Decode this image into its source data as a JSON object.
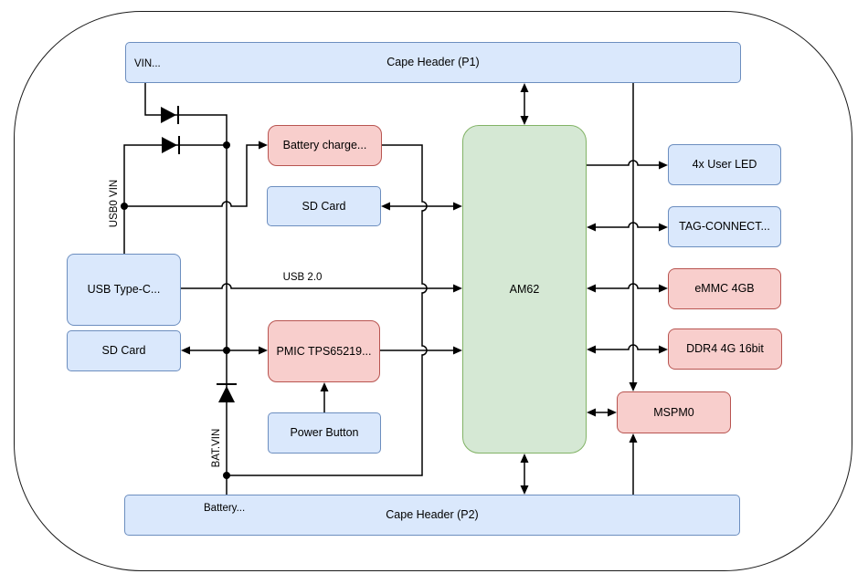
{
  "diagram": {
    "boxes": {
      "cape_header_p1": {
        "label": "Cape Header (P1)",
        "sublabel": "VIN..."
      },
      "cape_header_p2": {
        "label": "Cape Header (P2)",
        "sublabel": "Battery..."
      },
      "battery_charger": {
        "label": "Battery charge..."
      },
      "sd_card_top": {
        "label": "SD Card"
      },
      "usb_type_c": {
        "label": "USB Type-C..."
      },
      "sd_card_bottom": {
        "label": "SD Card"
      },
      "pmic": {
        "label": "PMIC TPS65219..."
      },
      "power_button": {
        "label": "Power Button"
      },
      "am62": {
        "label": "AM62"
      },
      "user_led": {
        "label": "4x User LED"
      },
      "tag_connect": {
        "label": "TAG-CONNECT..."
      },
      "emmc": {
        "label": "eMMC 4GB"
      },
      "ddr4": {
        "label": "DDR4 4G 16bit"
      },
      "mspm0": {
        "label": "MSPM0"
      }
    },
    "wire_labels": {
      "usb20": "USB 2.0",
      "usb0_vin": "USB0 VIN",
      "bat_vin": "BAT.VIN"
    },
    "connections": [
      {
        "from": "Cape Header (P1) VIN",
        "to": "VIN rail",
        "via": "diode",
        "dir": "one-way"
      },
      {
        "from": "USB0 VIN",
        "to": "VIN rail",
        "via": "diode",
        "dir": "one-way"
      },
      {
        "from": "USB0 VIN",
        "to": "Battery charge...",
        "dir": "one-way"
      },
      {
        "from": "Battery charge...",
        "to": "BAT.VIN node",
        "dir": "one-way"
      },
      {
        "from": "BAT.VIN node",
        "to": "VIN rail",
        "via": "diode",
        "dir": "one-way"
      },
      {
        "from": "BAT.VIN node",
        "to": "Cape Header (P2) Battery",
        "dir": "plain"
      },
      {
        "from": "SD Card",
        "to": "PMIC TPS65219...",
        "dir": "two-way"
      },
      {
        "from": "PMIC TPS65219...",
        "to": "AM62",
        "dir": "one-way"
      },
      {
        "from": "Power Button",
        "to": "PMIC TPS65219...",
        "dir": "one-way"
      },
      {
        "from": "USB Type-C...",
        "to": "AM62",
        "label": "USB 2.0",
        "dir": "one-way"
      },
      {
        "from": "AM62",
        "to": "SD Card",
        "dir": "two-way"
      },
      {
        "from": "AM62",
        "to": "Cape Header (P1)",
        "dir": "two-way"
      },
      {
        "from": "AM62",
        "to": "Cape Header (P2)",
        "dir": "two-way"
      },
      {
        "from": "AM62",
        "to": "4x User LED",
        "dir": "one-way"
      },
      {
        "from": "AM62",
        "to": "TAG-CONNECT...",
        "dir": "two-way"
      },
      {
        "from": "AM62",
        "to": "eMMC 4GB",
        "dir": "two-way"
      },
      {
        "from": "AM62",
        "to": "DDR4 4G 16bit",
        "dir": "two-way"
      },
      {
        "from": "AM62",
        "to": "MSPM0",
        "dir": "two-way"
      },
      {
        "from": "Cape Header (P1)",
        "to": "MSPM0",
        "dir": "one-way"
      },
      {
        "from": "Cape Header (P2)",
        "to": "MSPM0",
        "dir": "one-way"
      }
    ],
    "colors": {
      "blue_fill": "#dae8fc",
      "blue_stroke": "#6c8ebf",
      "red_fill": "#f8cecc",
      "red_stroke": "#b85450",
      "green_fill": "#d5e8d4",
      "green_stroke": "#82b366",
      "wire": "#000000"
    }
  }
}
